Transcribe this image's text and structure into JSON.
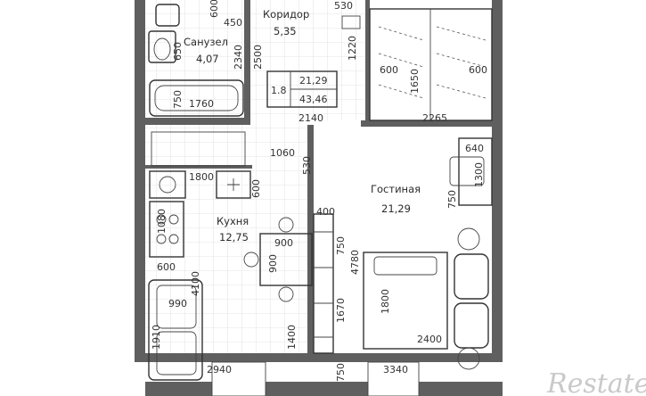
{
  "rooms": {
    "bathroom": {
      "name": "Санузел",
      "area": "4,07"
    },
    "corridor": {
      "name": "Коридор",
      "area": "5,35"
    },
    "kitchen": {
      "name": "Кухня",
      "area": "12,75"
    },
    "living": {
      "name": "Гостиная",
      "area": "21,29"
    }
  },
  "summary": {
    "ceiling": "1.8",
    "living_area": "21,29",
    "total_area": "43,46"
  },
  "dimensions": {
    "d600_top": "600",
    "d450": "450",
    "d530_top": "530",
    "d650": "650",
    "d2340": "2340",
    "d2500": "2500",
    "d1220": "1220",
    "d600_wr_l": "600",
    "d1650": "1650",
    "d600_wr_r": "600",
    "d750_bath": "750",
    "d1760": "1760",
    "d2140": "2140",
    "d2265": "2265",
    "d1060": "1060",
    "d530_mid": "530",
    "d640": "640",
    "d1300": "1300",
    "d1800_kitchen": "1800",
    "d600_kitchen": "600",
    "d750_living": "750",
    "d400": "400",
    "d4780": "4780",
    "d1080": "1080",
    "d900_h": "900",
    "d900_v": "900",
    "d600_left": "600",
    "d4100": "4100",
    "d1800_bed": "1800",
    "d1670": "1670",
    "d990": "990",
    "d1910": "1910",
    "d1400": "1400",
    "d2400": "2400",
    "d2940": "2940",
    "d750_bottom": "750",
    "d3340": "3340"
  },
  "watermark": "Restate"
}
